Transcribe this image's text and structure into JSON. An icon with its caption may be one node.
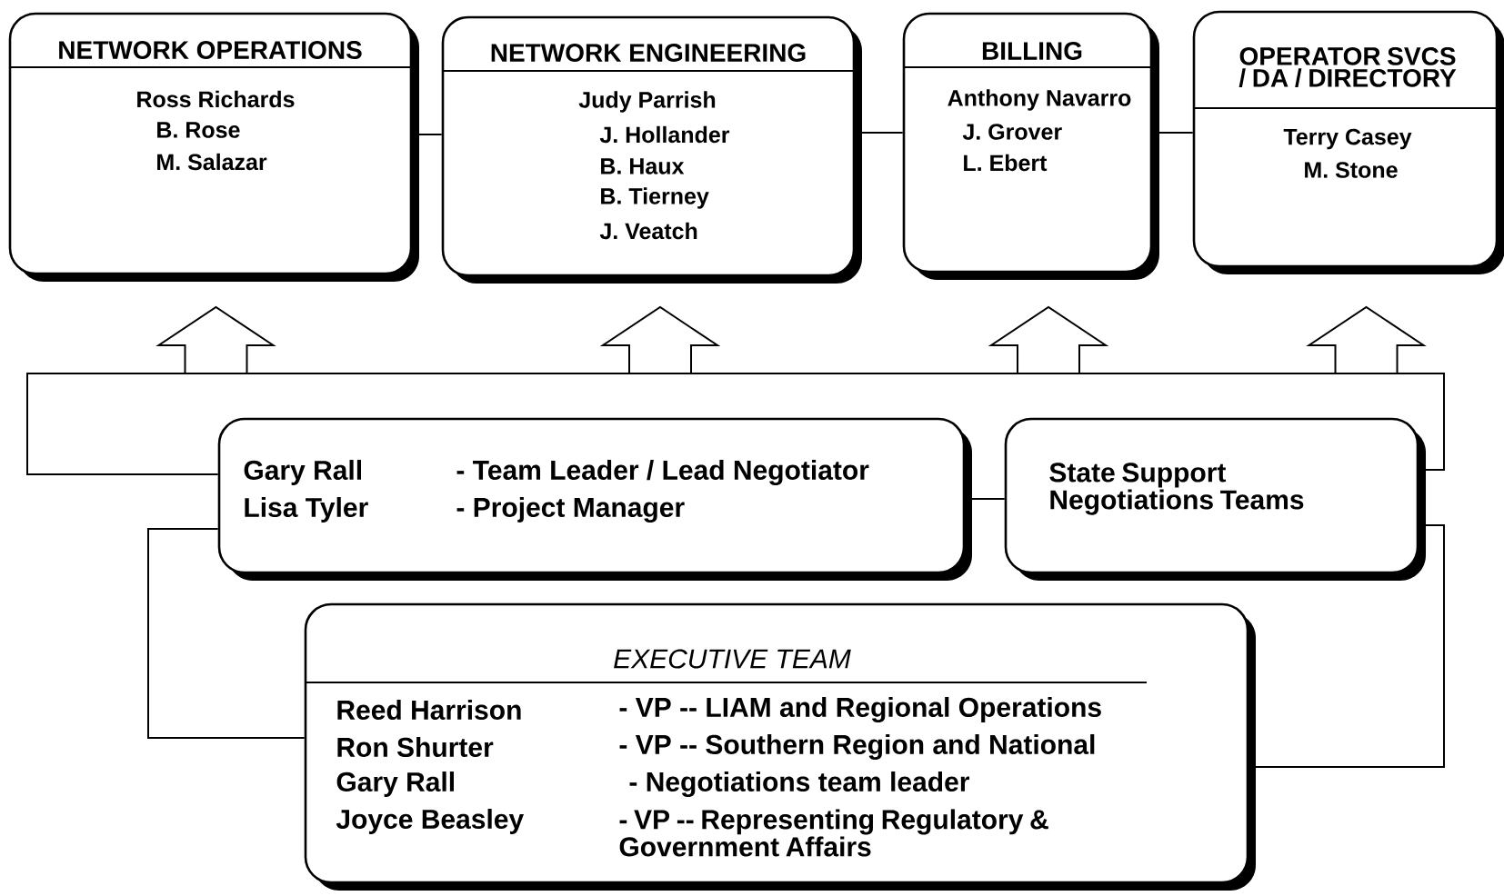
{
  "diagram": {
    "nodes": [
      {
        "text": [
          "NETWORK OPERATIONS",
          "Ross Richards",
          "B. Rose",
          "M. Salazar"
        ]
      },
      {
        "text": [
          "NETWORK ENGINEERING",
          "Judy Parrish",
          "J. Hollander",
          "B. Haux",
          "B. Tierney",
          "J. Veatch"
        ]
      },
      {
        "text": [
          "BILLING",
          "Anthony Navarro",
          "J. Grover",
          "L. Ebert"
        ]
      },
      {
        "text": [
          "OPERATOR SVCS / DA / DIRECTORY",
          "Terry Casey",
          "M. Stone"
        ]
      },
      {
        "text": [
          "Gary Rall",
          "- Team Leader / Lead Negotiator",
          "Lisa Tyler",
          "- Project Manager"
        ]
      },
      {
        "text": [
          "State Support Negotiations Teams"
        ]
      },
      {
        "text": [
          "EXECUTIVE TEAM",
          "Reed Harrison",
          "- VP -- LIAM and Regional Operations",
          "Ron Shurter",
          "- VP -- Southern Region and National",
          "Gary Rall",
          "- Negotiations team leader",
          "Joyce Beasley",
          "- VP -- Representing Regulatory & Government Affairs"
        ]
      }
    ],
    "edges": [
      {
        "from": 0,
        "to": 1,
        "arrow": "none"
      },
      {
        "from": 1,
        "to": 2,
        "arrow": "none"
      },
      {
        "from": 2,
        "to": 3,
        "arrow": "none"
      },
      {
        "from": null,
        "to": 0,
        "arrow": "to"
      },
      {
        "from": null,
        "to": 1,
        "arrow": "to"
      },
      {
        "from": null,
        "to": 2,
        "arrow": "to"
      },
      {
        "from": null,
        "to": 3,
        "arrow": "to"
      },
      {
        "from": 4,
        "to": 5,
        "arrow": "none"
      },
      {
        "from": 4,
        "to": 5,
        "arrow": "none"
      },
      {
        "from": 6,
        "to": 4,
        "arrow": "none"
      },
      {
        "from": 6,
        "to": 5,
        "arrow": "none"
      }
    ]
  }
}
